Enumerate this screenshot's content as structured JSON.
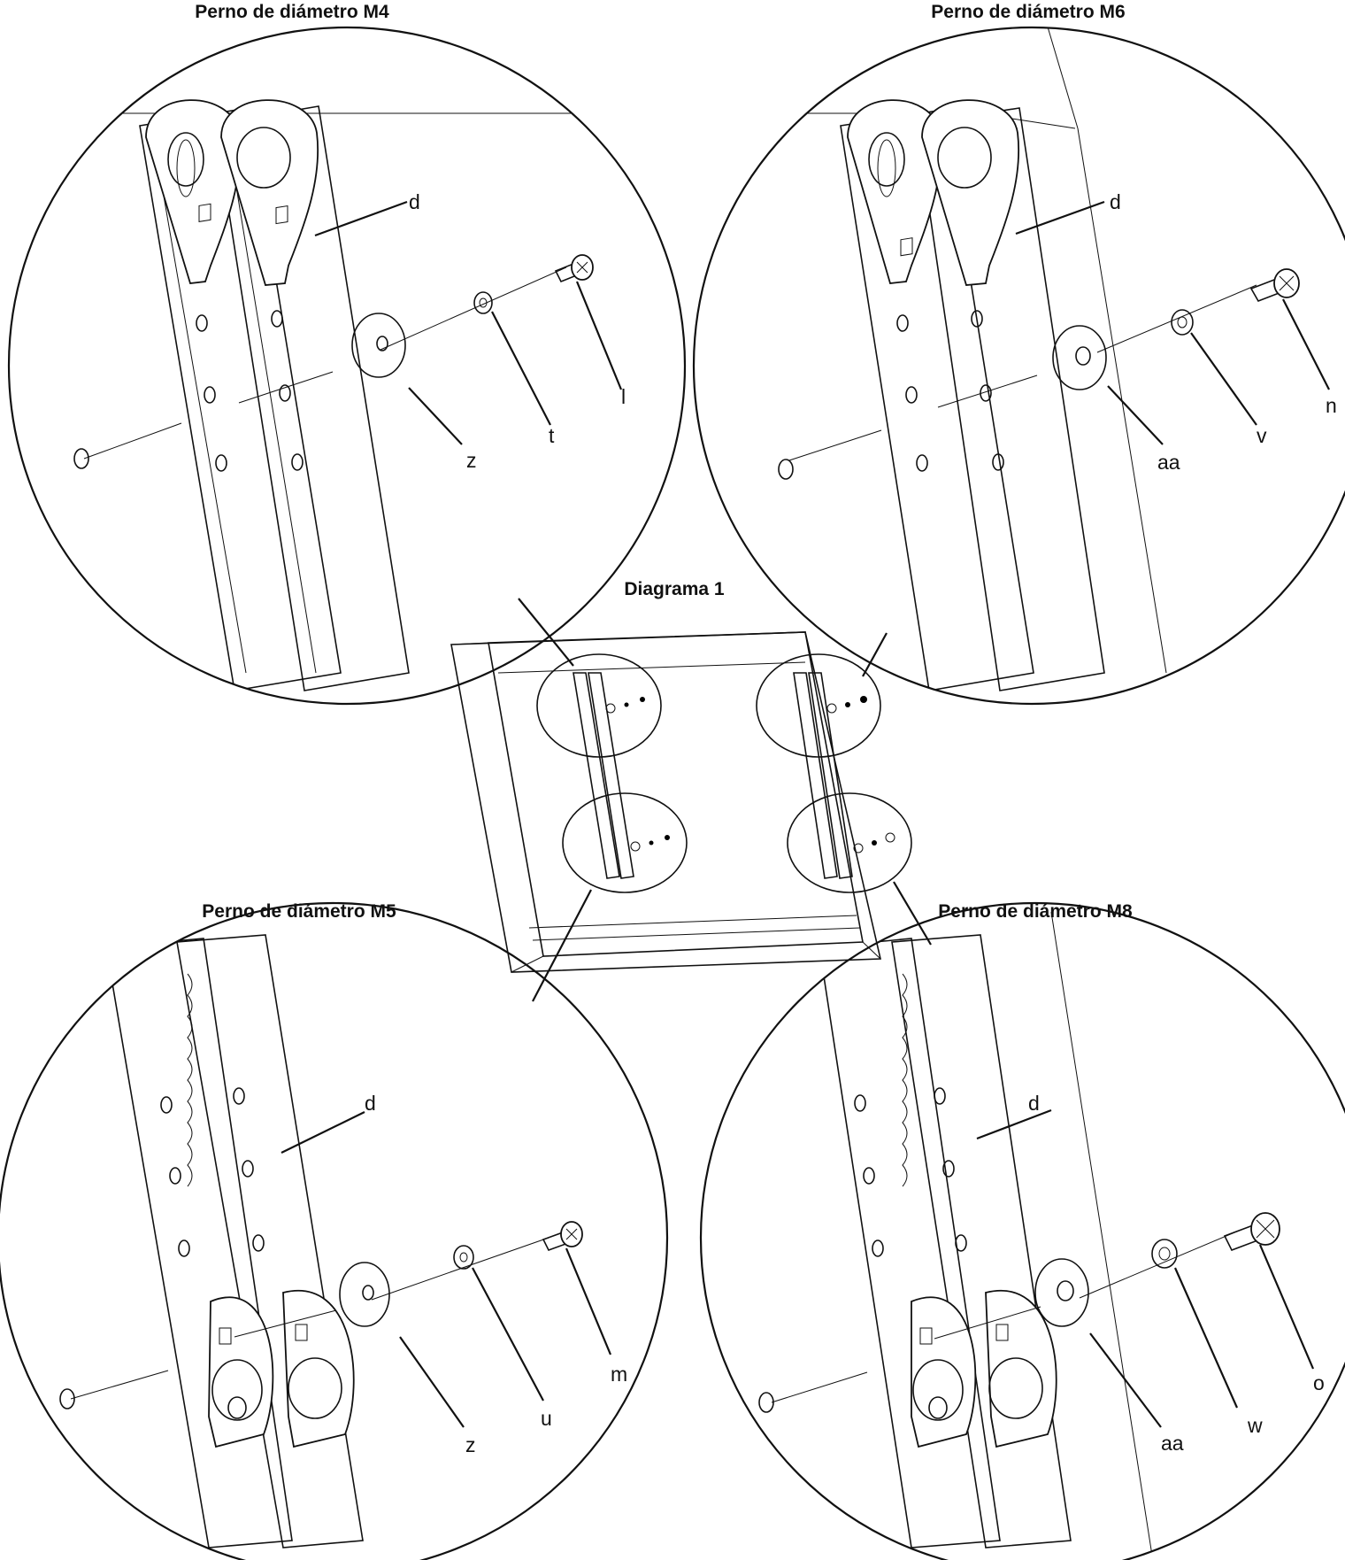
{
  "titles": {
    "top_left": "Perno de diámetro M4",
    "top_right": "Perno de diámetro M6",
    "center": "Diagrama 1",
    "bottom_left": "Perno de diámetro M5",
    "bottom_right": "Perno de diámetro M8"
  },
  "detail_m4": {
    "bracket": "d",
    "washer": "z",
    "lock_washer": "t",
    "bolt": "l"
  },
  "detail_m6": {
    "bracket": "d",
    "washer": "aa",
    "lock_washer": "v",
    "bolt": "n"
  },
  "detail_m5": {
    "bracket": "d",
    "washer": "z",
    "lock_washer": "u",
    "bolt": "m"
  },
  "detail_m8": {
    "bracket": "d",
    "washer": "aa",
    "lock_washer": "w",
    "bolt": "o"
  }
}
